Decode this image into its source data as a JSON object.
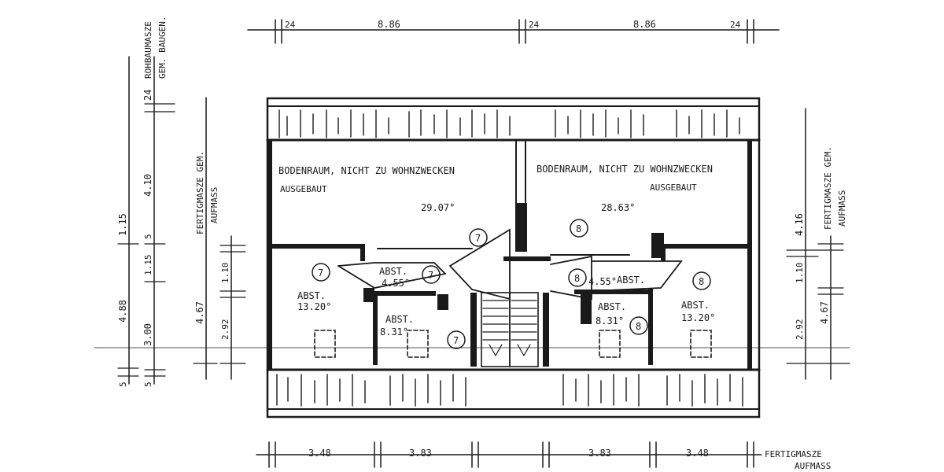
{
  "dimensions": {
    "top": [
      "24",
      "8.86",
      "24",
      "8.86",
      "24"
    ],
    "bottom": [
      "3.48",
      "3.83",
      "3.83",
      "3.48"
    ],
    "bottom_label_1": "FERTIGMASZE",
    "bottom_label_2": "AUFMASS",
    "left_outer": [
      "4.88",
      "3.00",
      "1.15",
      "4.10",
      "24",
      "5",
      "5",
      "1.15",
      "5"
    ],
    "left_outer_label_1": "ROHBAUMASZE",
    "left_outer_label_2": "GEM. BAUGEN.",
    "left_inner": [
      "4.67",
      "2.92",
      "1.10"
    ],
    "left_inner_label_1": "FERTIGMASZE GEM.",
    "left_inner_label_2": "AUFMASS",
    "right": [
      "4.16",
      "1.10",
      "4.67",
      "2.92"
    ],
    "right_label_1": "FERTIGMASZE GEM.",
    "right_label_2": "AUFMASS"
  },
  "rooms": {
    "attic_left_line1": "BODENRAUM, NICHT ZU WOHNZWECKEN",
    "attic_left_line2": "AUSGEBAUT",
    "attic_left_angle": "29.07°",
    "attic_right_line1": "BODENRAUM, NICHT ZU WOHNZWECKEN",
    "attic_right_line2": "AUSGEBAUT",
    "attic_right_angle": "28.63°",
    "abst_label": "ABST.",
    "left_big_angle": "13.20°",
    "left_small_angle": "8.31°",
    "left_wedge_angle": "4.55°",
    "right_wedge_angle": "4.55°",
    "right_small_angle": "8.31°",
    "right_big_angle": "13.20°"
  },
  "markers": {
    "seven": "7",
    "eight": "8"
  }
}
